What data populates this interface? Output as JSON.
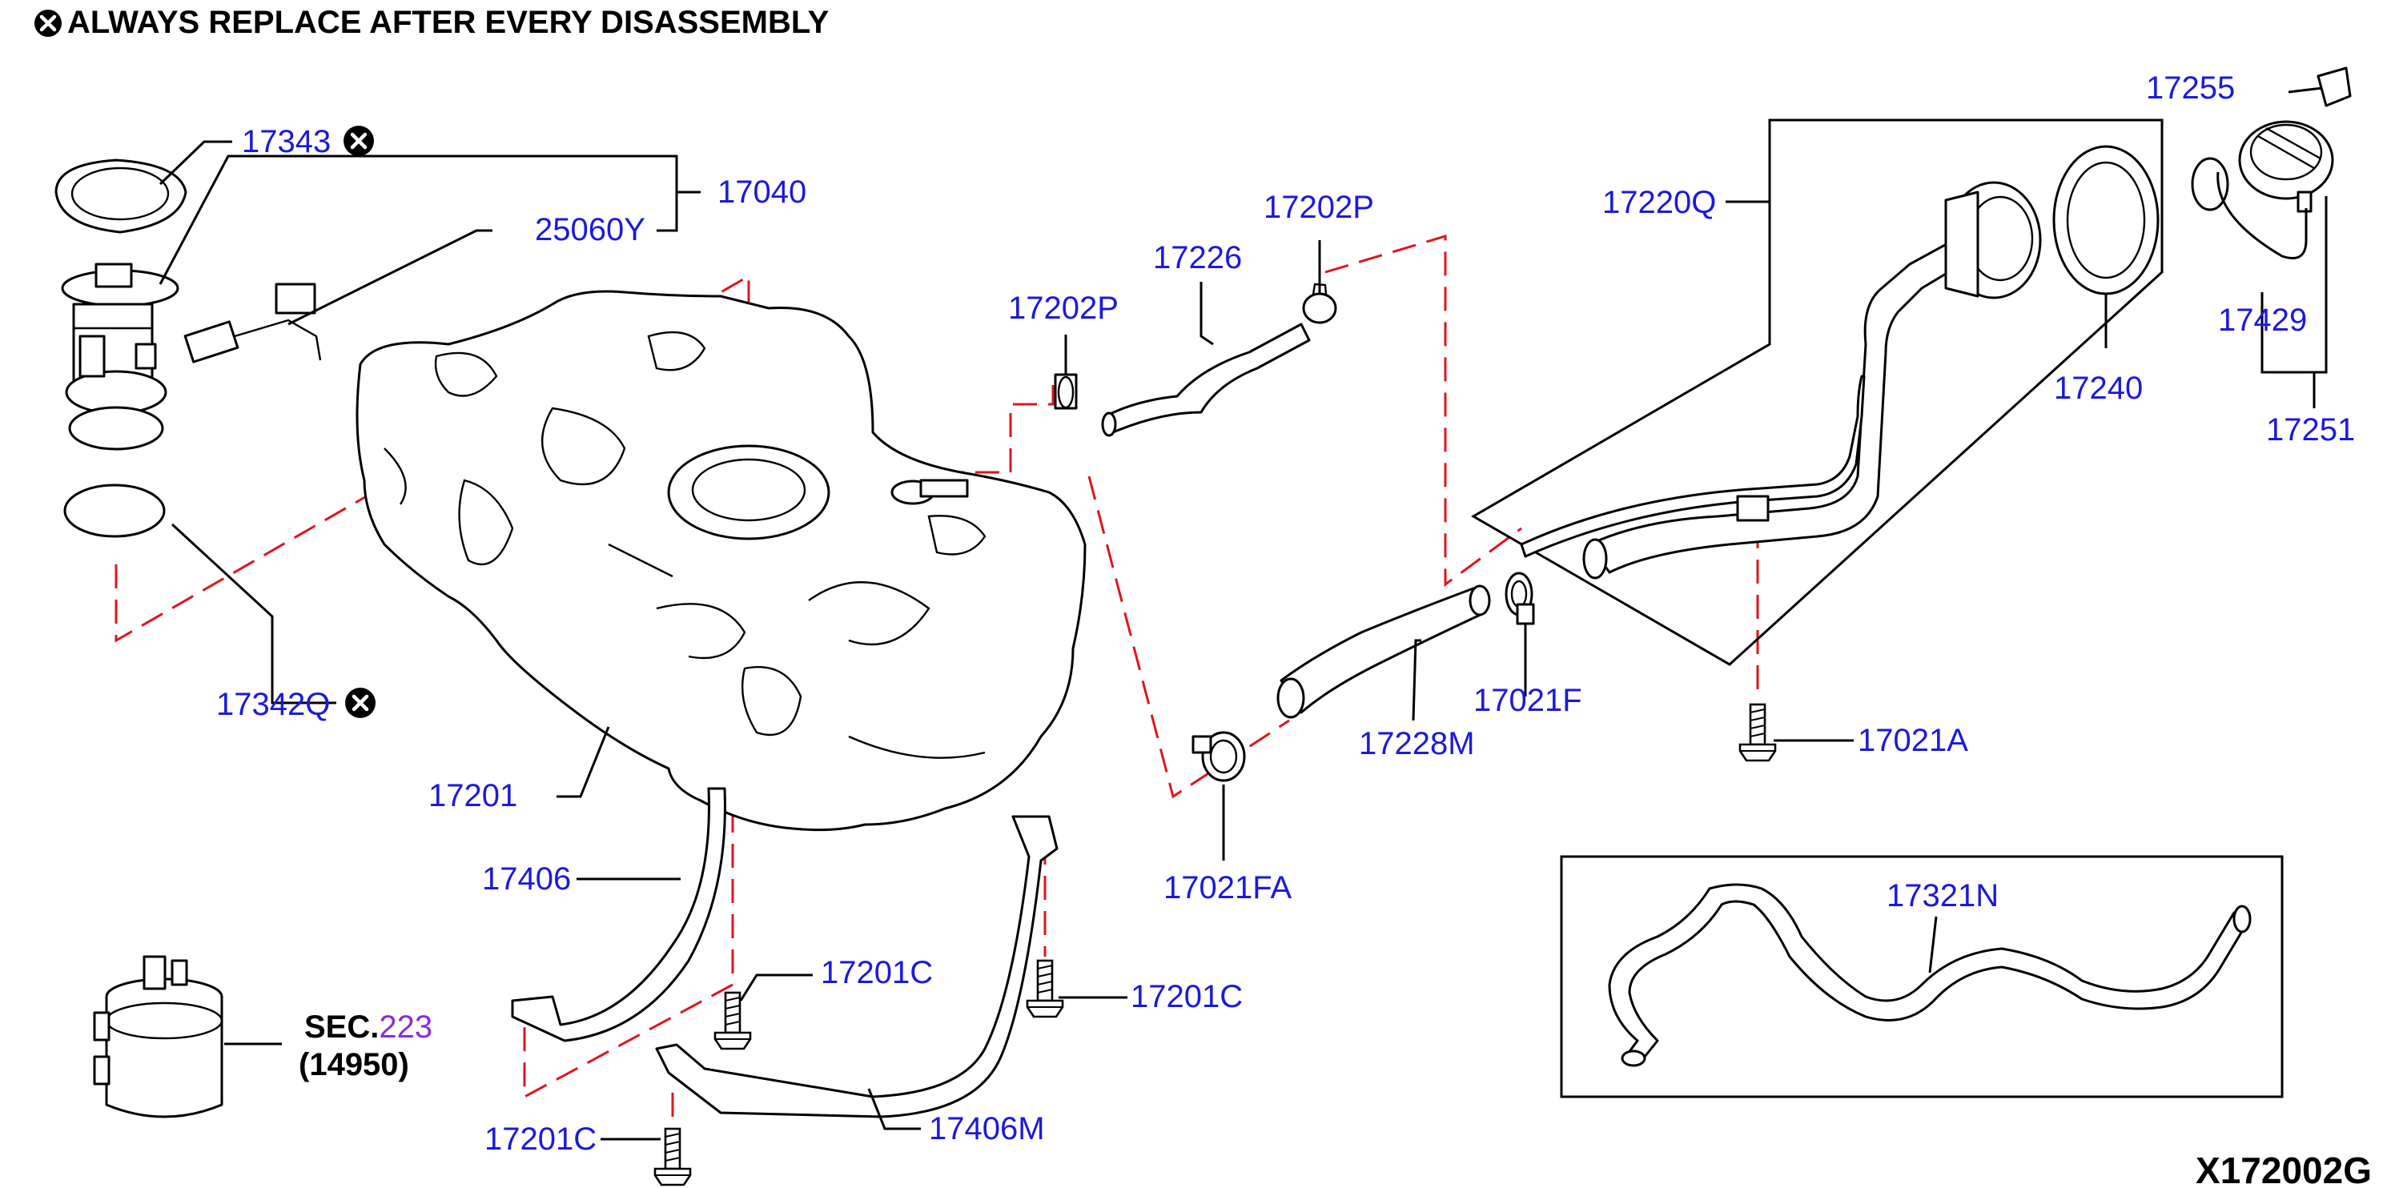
{
  "notice": "ALWAYS REPLACE AFTER EVERY DISASSEMBLY",
  "diagram_code": "X172002G",
  "parts": {
    "p17343": "17343",
    "p17040": "17040",
    "p25060Y": "25060Y",
    "p17342Q": "17342Q",
    "p17201": "17201",
    "p17406": "17406",
    "p17201C_a": "17201C",
    "p17201C_b": "17201C",
    "p17201C_c": "17201C",
    "p17406M": "17406M",
    "p17202P_a": "17202P",
    "p17202P_b": "17202P",
    "p17226": "17226",
    "p17021FA": "17021FA",
    "p17228M": "17228M",
    "p17021F": "17021F",
    "p17220Q": "17220Q",
    "p17240": "17240",
    "p17255": "17255",
    "p17429": "17429",
    "p17251": "17251",
    "p17021A": "17021A",
    "p17321N": "17321N"
  },
  "section_ref": {
    "prefix": "SEC.",
    "number": "223",
    "part": "(14950)"
  },
  "colors": {
    "part_number": "#1a1adc",
    "dash_line": "#e0141e",
    "section_number": "#8a2be2"
  },
  "icons": {
    "replace_mark": "circled-x-icon"
  }
}
